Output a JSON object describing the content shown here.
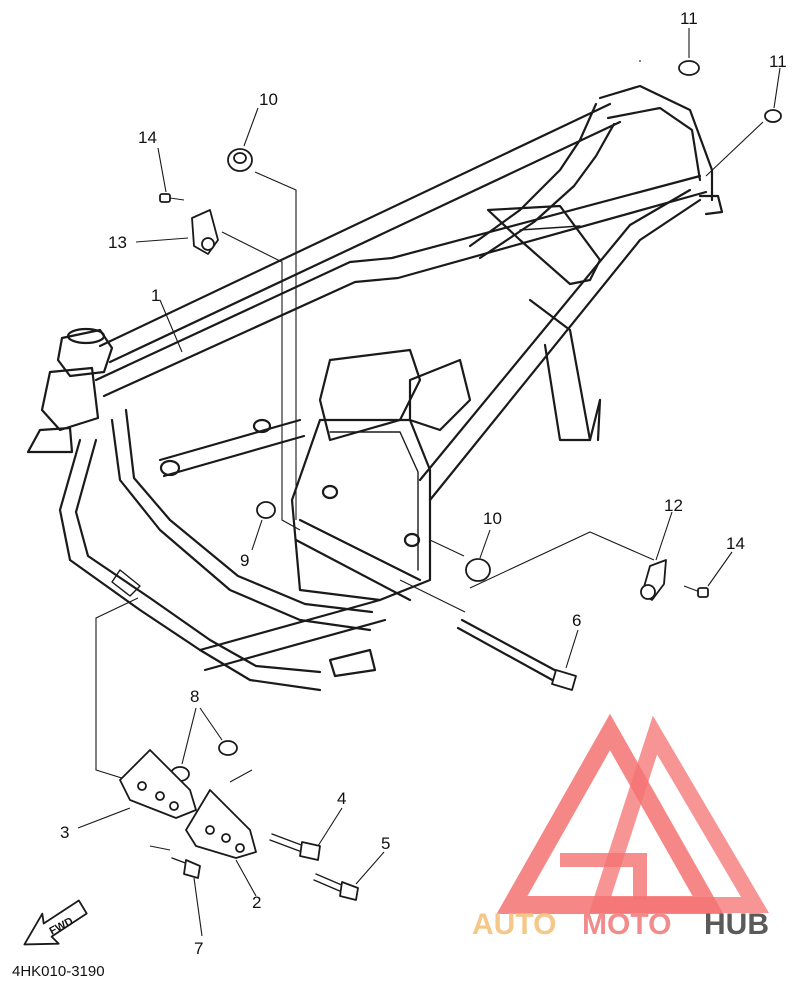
{
  "callouts": [
    {
      "id": "c1",
      "label": "1"
    },
    {
      "id": "c2",
      "label": "2"
    },
    {
      "id": "c3",
      "label": "3"
    },
    {
      "id": "c4",
      "label": "4"
    },
    {
      "id": "c5",
      "label": "5"
    },
    {
      "id": "c6",
      "label": "6"
    },
    {
      "id": "c7",
      "label": "7"
    },
    {
      "id": "c8",
      "label": "8"
    },
    {
      "id": "c9",
      "label": "9"
    },
    {
      "id": "c10a",
      "label": "10"
    },
    {
      "id": "c10b",
      "label": "10"
    },
    {
      "id": "c11a",
      "label": "11"
    },
    {
      "id": "c11b",
      "label": "11"
    },
    {
      "id": "c12",
      "label": "12"
    },
    {
      "id": "c13",
      "label": "13"
    },
    {
      "id": "c14a",
      "label": "14"
    },
    {
      "id": "c14b",
      "label": "14"
    }
  ],
  "fwd_label": "FWD",
  "part_code": "4HK010-3190",
  "watermark": {
    "word_1": "AUTO",
    "word_2": "MOTO",
    "word_3": "HUB",
    "color_auto": "#f5c88a",
    "color_moto": "#f28b8b",
    "color_hub": "#5a5a5a",
    "logo_color": "#f47272"
  },
  "colors": {
    "line": "#1a1a1a",
    "background": "#ffffff"
  }
}
